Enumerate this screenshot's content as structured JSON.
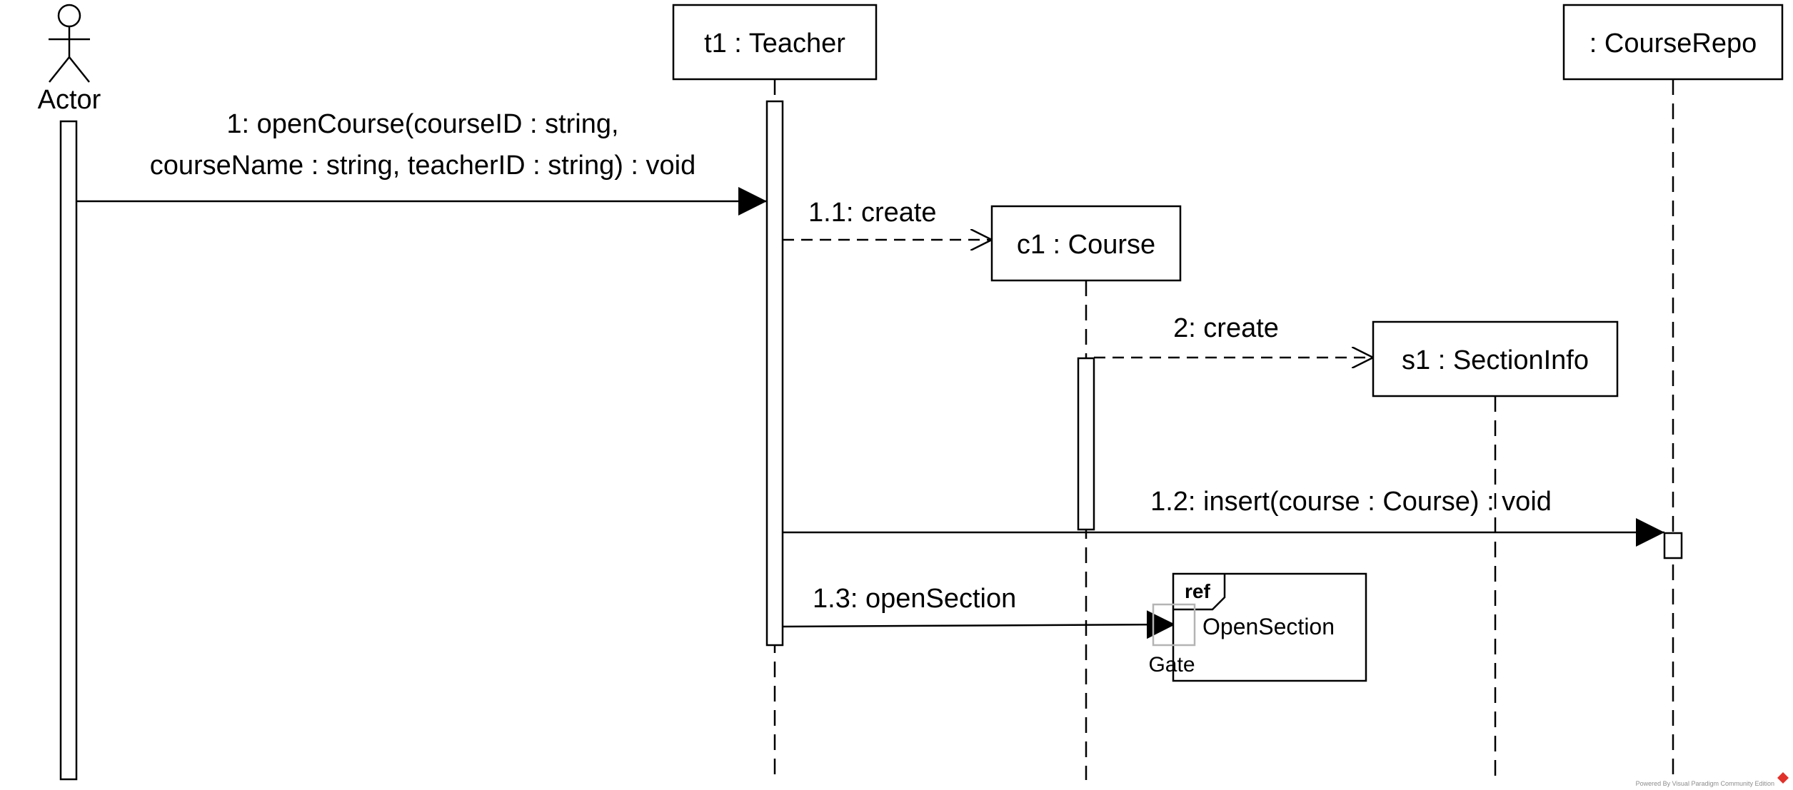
{
  "diagram": {
    "type": "UML sequence diagram",
    "actor": {
      "name": "Actor"
    },
    "lifelines": {
      "teacher": {
        "label": "t1 : Teacher"
      },
      "course": {
        "label": "c1 : Course"
      },
      "section": {
        "label": "s1 : SectionInfo"
      },
      "repo": {
        "label": ": CourseRepo"
      }
    },
    "messages": {
      "m1": {
        "line1": "1: openCourse(courseID : string,",
        "line2": "courseName : string, teacherID : string) : void",
        "kind": "synchronous"
      },
      "m11": {
        "label": "1.1: create",
        "kind": "create"
      },
      "m2": {
        "label": "2: create",
        "kind": "create"
      },
      "m12": {
        "label": "1.2: insert(course : Course) : void",
        "kind": "synchronous"
      },
      "m13": {
        "label": "1.3: openSection",
        "kind": "synchronous"
      }
    },
    "ref_fragment": {
      "tag": "ref",
      "name": "OpenSection",
      "gate_label": "Gate"
    }
  },
  "footer": {
    "watermark": "Powered By  Visual Paradigm Community Edition"
  },
  "colors": {
    "line": "#000000",
    "background": "#ffffff",
    "gate": "#b4b4b4",
    "watermark": "#8c8c8c",
    "logo": "#e0312b"
  }
}
